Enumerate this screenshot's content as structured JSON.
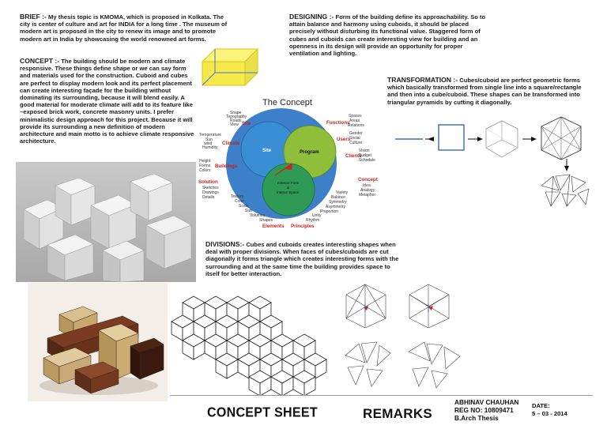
{
  "brief": {
    "heading": "BRIEF :-",
    "text": "My thesis topic is KMOMA, which is proposed in Kolkata. The city is center of culture and art for INDIA for a long time . The museum of modern art is proposed in the city to renew its image and to promote modern art in India by showcasing the world renowned art forms."
  },
  "concept": {
    "heading": "CONCEPT :-",
    "text": "The building should be modern and climate responsive. These things define shape or we can say form and materials used for the construction.  Cuboid and cubes are perfect to display modern look and its perfect placement can create interesting façade for the building without dominating its surrounding, because it will blend easily. A good material for moderate climate will add to its feature like –exposed brick work, concrete masonry units. I prefer minimalistic design approach for this project. Because it will provide its surrounding a new definition of modern architecture and main motto is to achieve climate responsive architecture."
  },
  "designing": {
    "heading": "DESIGNING :-",
    "text": "Form of the building define its approachability. So to attain balance and harmony using cuboids, it should be placed precisely without disturbing its functional value. Staggered form of cubes and cuboids can create interesting view for building and an openness in its design will provide an opportunity for proper ventilation and lighting."
  },
  "transformation": {
    "heading": "TRANSFORMATION :-",
    "text": "Cubes/cuboid are perfect geometric forms which basically transformed from single line into a square/rectangle and then into a cube/cuboid. These shapes can be transformed into triangular pyramids by cutting it diagonally."
  },
  "divisions": {
    "heading": "DIVISIONS:-",
    "text": "Cubes and cuboids creates interesting shapes  when deal with proper divisions. When faces of cubes/cuboids are cut diagonally it forms triangle which creates interesting forms with the surrounding and at the same time the building provides space to itself for better interaction."
  },
  "diagram": {
    "title": "The Concept",
    "site": "Site",
    "program": "Program",
    "exterior1": "Exterior Form",
    "exterior2": "&",
    "exterior3": "Interior Space",
    "red": {
      "site": "Site",
      "climate": "Climate",
      "buildings": "Buildings",
      "solution": "Solution",
      "elements": "Elements",
      "principles": "Principles",
      "concept": "Concept",
      "clients": "Clients",
      "users": "Users",
      "functions": "Functions"
    },
    "small": {
      "site_items": [
        "Shape",
        "Topography",
        "Roads",
        "View"
      ],
      "climate_items": [
        "Temperature",
        "Sun",
        "wind",
        "Humidity"
      ],
      "buildings_items": [
        "Height",
        "Forms",
        "Colors"
      ],
      "solution_items": [
        "Sketches",
        "Drawings",
        "Details"
      ],
      "elements_items": [
        "Texture",
        "Color",
        "Scale",
        "Size",
        "Volumes",
        "Shapes"
      ],
      "principles_items": [
        "Variety",
        "Balance",
        "Symmetry",
        "Asymmetry",
        "Proportion",
        "Unity",
        "Rhythm"
      ],
      "concept_items": [
        "Idea",
        "Analogy",
        "Metaphor"
      ],
      "clients_items": [
        "Vision",
        "Budget",
        "Schedule"
      ],
      "users_items": [
        "Gender",
        "Social",
        "Culture"
      ],
      "functions_items": [
        "Spaces",
        "Areas",
        "Relations"
      ]
    }
  },
  "footer": {
    "sheet": "CONCEPT SHEET",
    "remarks": "REMARKS",
    "name": "ABHINAV CHAUHAN",
    "reg": "REG NO: 10809471",
    "course": "B.Arch Thesis",
    "date_label": "DATE:",
    "date": "5 – 03 - 2014"
  },
  "colors": {
    "outer_circle": "#3d7fc8",
    "site_circle": "#3a8fd4",
    "program_circle": "#8fbf3a",
    "exterior_circle": "#2e9a55",
    "red_label": "#c0241c"
  }
}
